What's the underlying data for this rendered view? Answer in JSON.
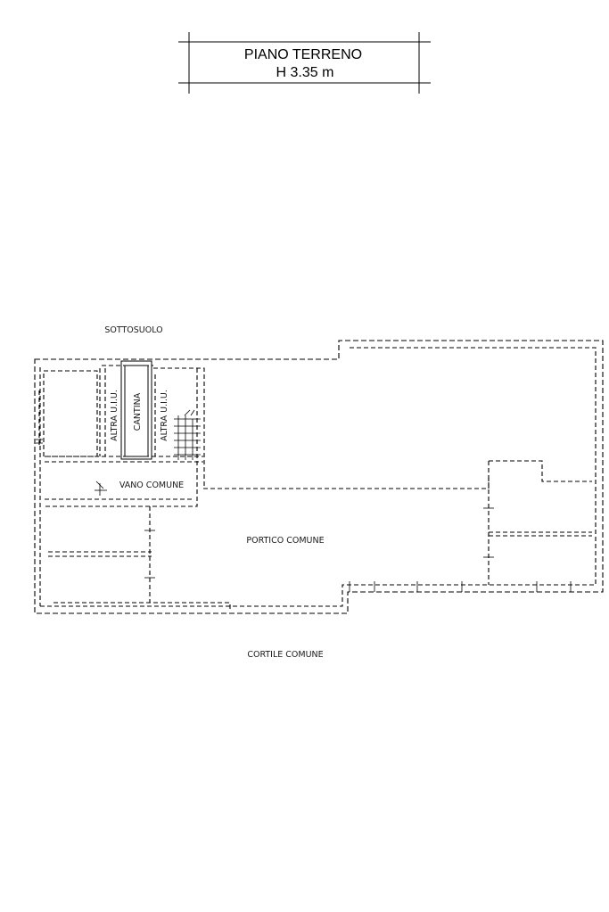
{
  "title": {
    "line1": "PIANO TERRENO",
    "line2": "H 3.35 m"
  },
  "labels": {
    "sottosuolo": "SOTTOSUOLO",
    "altra_uiu_left": "ALTRA U.I.U.",
    "cantina": "CANTINA",
    "altra_uiu_right": "ALTRA U.I.U.",
    "vano_comune": "VANO COMUNE",
    "portico_comune": "PORTICO COMUNE",
    "cortile_comune": "CORTILE COMUNE"
  }
}
